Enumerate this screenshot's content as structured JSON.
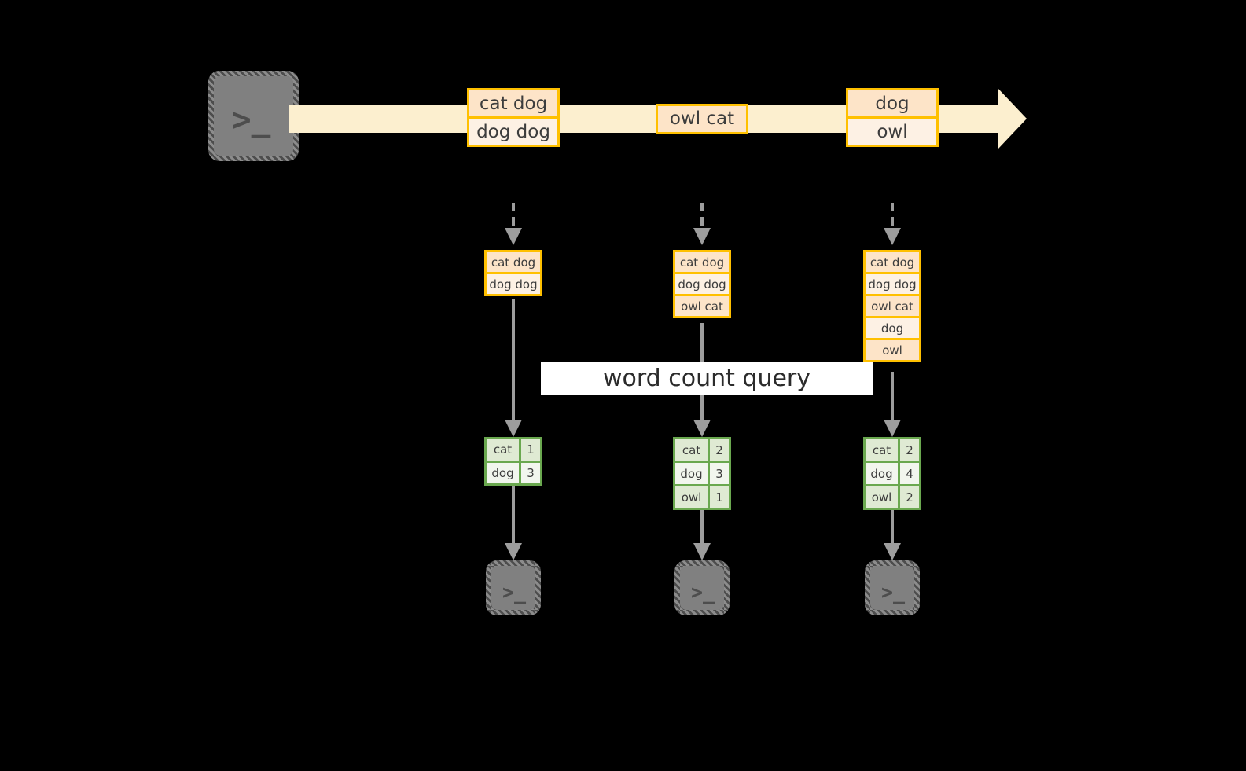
{
  "colors": {
    "background": "#000000",
    "record_border": "#ffc000",
    "record_fill_dark": "#fde4c8",
    "record_fill_light": "#fdf1e4",
    "timeline_band": "#fcefcf",
    "table_border": "#6aa84f",
    "table_fill_shaded": "#dfead3",
    "table_fill_light": "#f2f6ee",
    "connector": "#9d9d9d",
    "terminal_fill": "#808080",
    "label_fill": "#ffffff",
    "text": "#3d3d3d"
  },
  "terminals": {
    "icon_name": "terminal-icon",
    "glyph": ">_"
  },
  "timeline": {
    "name": "event-stream-timeline",
    "records": [
      {
        "lines": [
          "cat dog",
          "dog dog"
        ]
      },
      {
        "lines": [
          "owl cat"
        ]
      },
      {
        "lines": [
          "dog",
          "owl"
        ]
      }
    ]
  },
  "query_label": {
    "text": "word count query"
  },
  "columns": [
    {
      "name": "snapshot-1",
      "input_rows": [
        "cat dog",
        "dog dog"
      ],
      "counts": [
        {
          "word": "cat",
          "count": "1"
        },
        {
          "word": "dog",
          "count": "3"
        }
      ]
    },
    {
      "name": "snapshot-2",
      "input_rows": [
        "cat dog",
        "dog dog",
        "owl cat"
      ],
      "counts": [
        {
          "word": "cat",
          "count": "2"
        },
        {
          "word": "dog",
          "count": "3"
        },
        {
          "word": "owl",
          "count": "1"
        }
      ]
    },
    {
      "name": "snapshot-3",
      "input_rows": [
        "cat dog",
        "dog dog",
        "owl cat",
        "dog",
        "owl"
      ],
      "counts": [
        {
          "word": "cat",
          "count": "2"
        },
        {
          "word": "dog",
          "count": "4"
        },
        {
          "word": "owl",
          "count": "2"
        }
      ]
    }
  ]
}
